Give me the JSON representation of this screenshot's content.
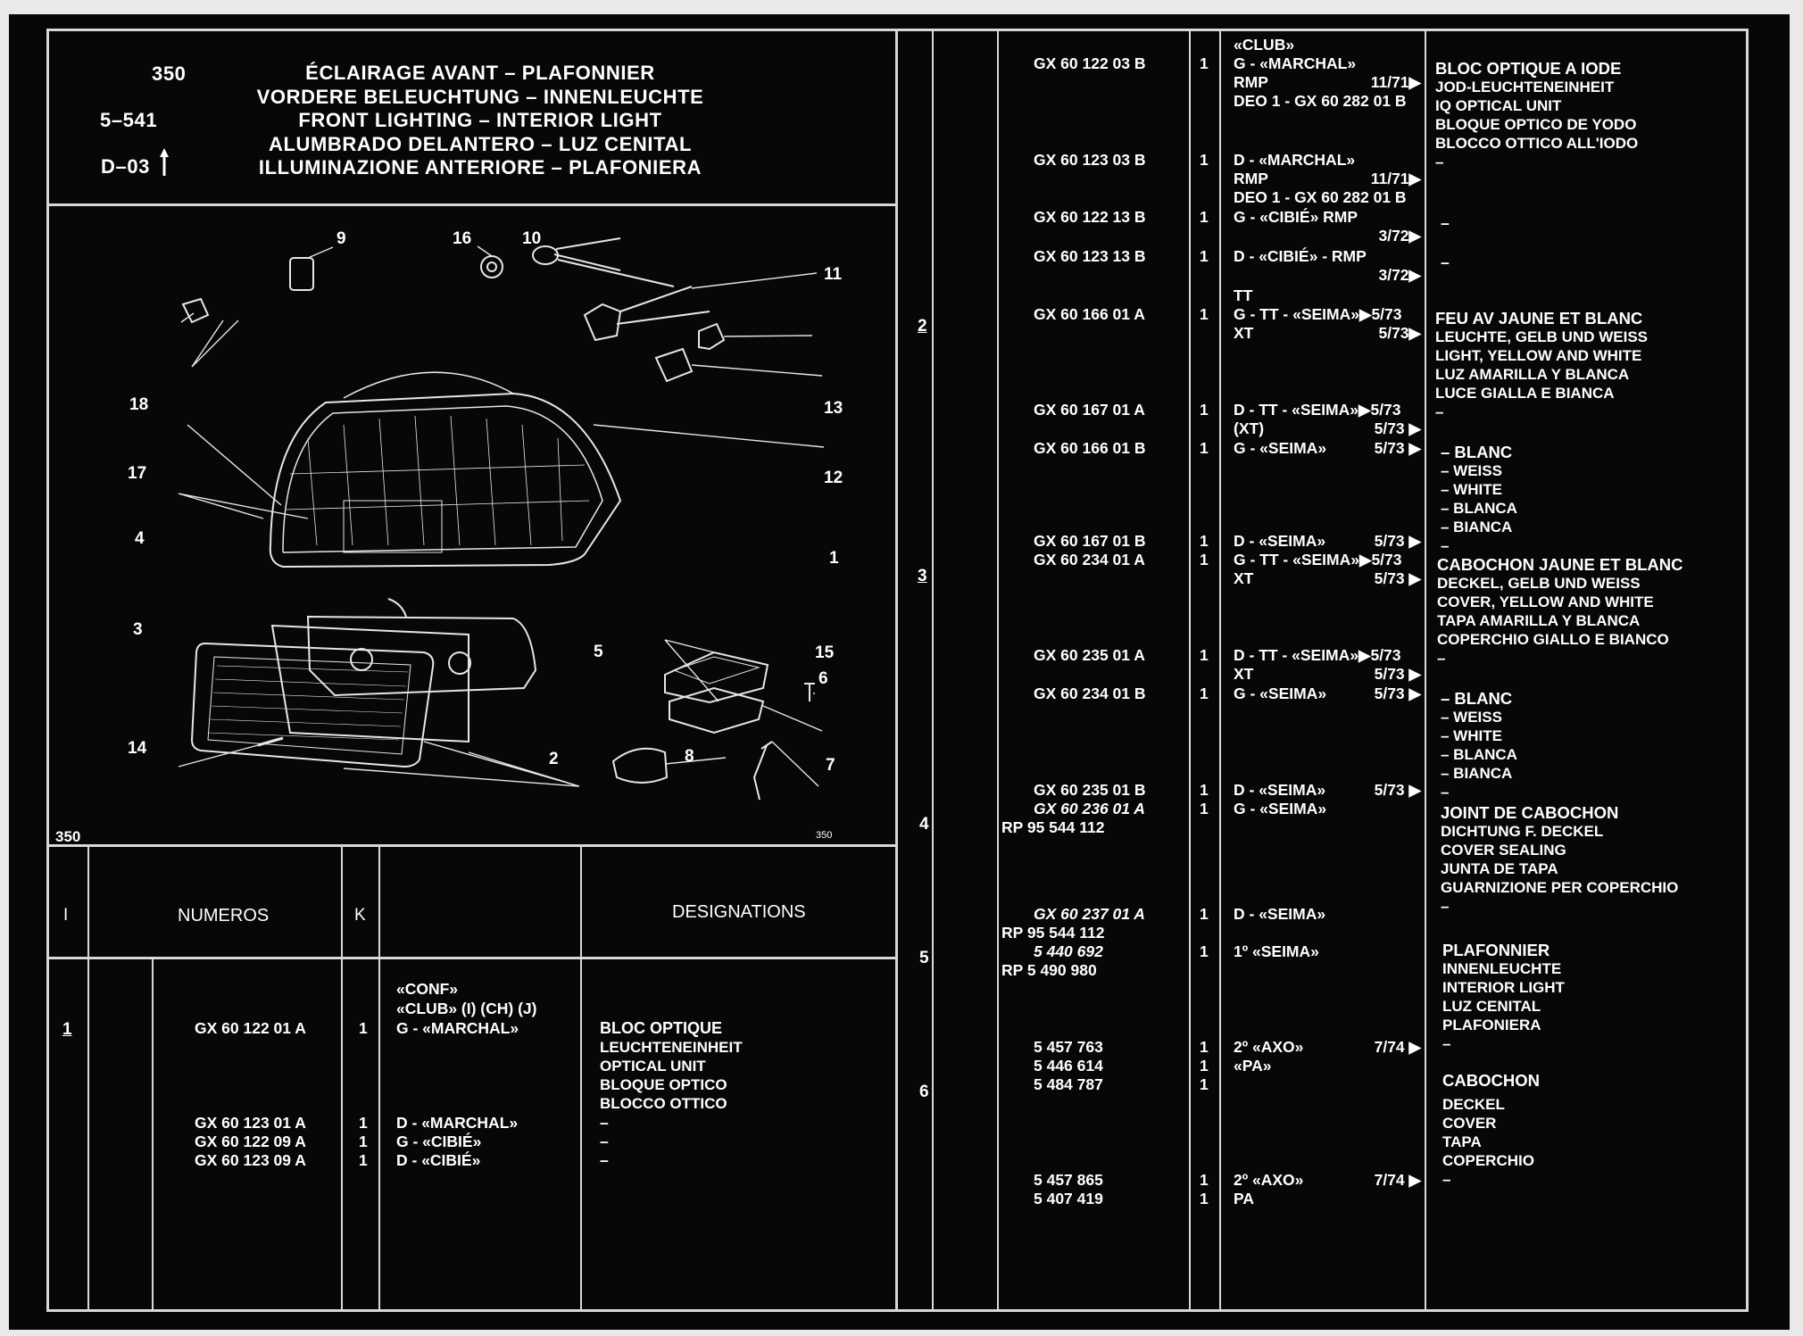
{
  "header": {
    "plate": "350",
    "ref1": "5–541",
    "ref2": "D–03",
    "titles": [
      "ÉCLAIRAGE AVANT – PLAFONNIER",
      "VORDERE BELEUCHTUNG – INNENLEUCHTE",
      "FRONT LIGHTING – INTERIOR LIGHT",
      "ALUMBRADO DELANTERO – LUZ CENITAL",
      "ILLUMINAZIONE ANTERIORE – PLAFONIERA"
    ]
  },
  "diagram": {
    "plate_label": "350",
    "page_mark": "350",
    "callouts": [
      "1",
      "2",
      "3",
      "4",
      "5",
      "6",
      "7",
      "8",
      "9",
      "10",
      "11",
      "12",
      "13",
      "14",
      "15",
      "16",
      "17",
      "18"
    ]
  },
  "columns": {
    "i": "I",
    "numeros": "NUMEROS",
    "k": "K",
    "designations": "DESIGNATIONS"
  },
  "left_rows": [
    {
      "item": "1",
      "number": "GX 60 122 01 A",
      "qty": "1",
      "variant": [
        "«CONF»",
        "«CLUB» (I) (CH) (J)",
        "G - «MARCHAL»"
      ],
      "designation": [
        "BLOC OPTIQUE",
        "LEUCHTENEINHEIT",
        "OPTICAL UNIT",
        "BLOQUE OPTICO",
        "BLOCCO OTTICO"
      ]
    },
    {
      "number": "GX 60 123 01 A",
      "qty": "1",
      "variant": "D - «MARCHAL»",
      "designation": "–"
    },
    {
      "number": "GX 60 122 09 A",
      "qty": "1",
      "variant": "G - «CIBIÉ»",
      "designation": "–"
    },
    {
      "number": "GX 60 123 09 A",
      "qty": "1",
      "variant": "D - «CIBIÉ»",
      "designation": "–"
    }
  ],
  "right": {
    "items": [
      "2",
      "3",
      "4",
      "5",
      "6"
    ],
    "numbers": [
      "GX 60 122 03 B",
      "GX 60 123 03 B",
      "GX 60 122 13 B",
      "GX 60 123 13 B",
      "GX 60 166 01 A",
      "GX 60 167 01 A",
      "GX 60 166 01 B",
      "GX 60 167 01 B",
      "GX 60 234 01 A",
      "GX 60 235 01 A",
      "GX 60 234 01 B",
      "GX 60 235 01 B",
      "GX 60 236 01 A",
      "RP 95 544 112",
      "GX 60 237 01 A",
      "RP 95 544 112",
      "5 440 692",
      "RP 5 490 980",
      "5 457 763",
      "5 446 614",
      "5 484 787",
      "5 457 865",
      "5 407 419"
    ],
    "qty": [
      "1",
      "1",
      "1",
      "1",
      "1",
      "1",
      "1",
      "1",
      "1",
      "1",
      "1",
      "1",
      "1",
      "1",
      "1",
      "1",
      "1",
      "1",
      "1",
      "1",
      "1"
    ],
    "variants": [
      "«CLUB»",
      "G - «MARCHAL»",
      "RMP",
      "11/71▶",
      "DEO 1 - GX 60 282 01 B",
      "D - «MARCHAL»",
      "RMP",
      "11/71▶",
      "DEO 1 - GX 60 282 01 B",
      "G - «CIBIÉ» RMP",
      "3/72▶",
      "D - «CIBIÉ» - RMP",
      "3/72▶",
      "TT",
      "G - TT - «SEIMA»▶5/73",
      "XT",
      "5/73▶",
      "D - TT - «SEIMA»▶5/73",
      "(XT)",
      "5/73 ▶",
      "G - «SEIMA»",
      "5/73 ▶",
      "D - «SEIMA»",
      "5/73 ▶",
      "G - TT - «SEIMA»▶5/73",
      "XT",
      "5/73 ▶",
      "D - TT - «SEIMA»▶5/73",
      "XT",
      "5/73 ▶",
      "G - «SEIMA»",
      "5/73 ▶",
      "D - «SEIMA»",
      "5/73 ▶",
      "G - «SEIMA»",
      "D - «SEIMA»",
      "1º «SEIMA»",
      "2º «AXO»",
      "7/74 ▶",
      "«PA»",
      "2º «AXO»",
      "7/74 ▶",
      "PA"
    ],
    "designations": [
      "BLOC OPTIQUE A IODE",
      "JOD-LEUCHTENEINHEIT",
      "IQ OPTICAL UNIT",
      "BLOQUE OPTICO DE YODO",
      "BLOCCO OTTICO ALL'IODO",
      "–",
      "–",
      "–",
      "FEU AV JAUNE ET BLANC",
      "LEUCHTE, GELB UND WEISS",
      "LIGHT, YELLOW AND WHITE",
      "LUZ AMARILLA Y BLANCA",
      "LUCE GIALLA E BIANCA",
      "–",
      "– BLANC",
      "– WEISS",
      "– WHITE",
      "– BLANCA",
      "– BIANCA",
      "–",
      "CABOCHON JAUNE ET BLANC",
      "DECKEL, GELB UND WEISS",
      "COVER, YELLOW AND WHITE",
      "TAPA AMARILLA Y BLANCA",
      "COPERCHIO GIALLO E BIANCO",
      "–",
      "– BLANC",
      "– WEISS",
      "– WHITE",
      "– BLANCA",
      "– BIANCA",
      "–",
      "JOINT DE CABOCHON",
      "DICHTUNG F. DECKEL",
      "COVER SEALING",
      "JUNTA DE TAPA",
      "GUARNIZIONE PER COPERCHIO",
      "–",
      "PLAFONNIER",
      "INNENLEUCHTE",
      "INTERIOR LIGHT",
      "LUZ CENITAL",
      "PLAFONIERA",
      "–",
      "CABOCHON",
      "DECKEL",
      "COVER",
      "TAPA",
      "COPERCHIO",
      "–"
    ]
  }
}
